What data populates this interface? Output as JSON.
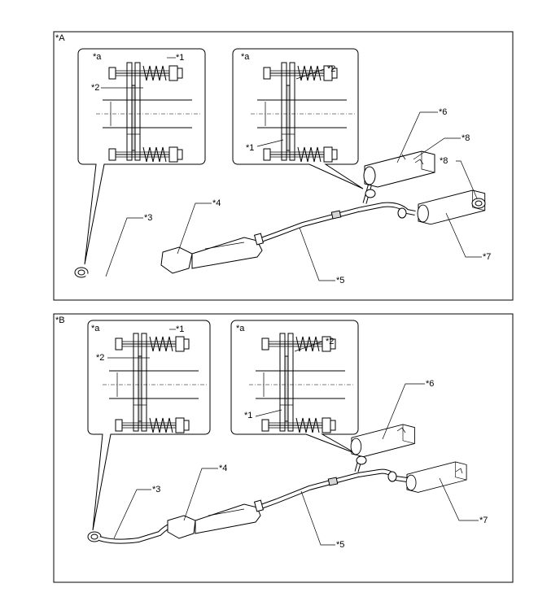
{
  "panels": [
    {
      "id": "*A",
      "insets": [
        {
          "tag": "*a",
          "labels": [
            "*1",
            "*2"
          ]
        },
        {
          "tag": "*a",
          "labels": [
            "*2",
            "*1"
          ]
        }
      ],
      "callouts": [
        "*3",
        "*4",
        "*5",
        "*6",
        "*7",
        "*8",
        "*8"
      ]
    },
    {
      "id": "*B",
      "insets": [
        {
          "tag": "*a",
          "labels": [
            "*1",
            "*2"
          ]
        },
        {
          "tag": "*a",
          "labels": [
            "*2",
            "*1"
          ]
        }
      ],
      "callouts": [
        "*3",
        "*4",
        "*5",
        "*6",
        "*7"
      ]
    }
  ]
}
